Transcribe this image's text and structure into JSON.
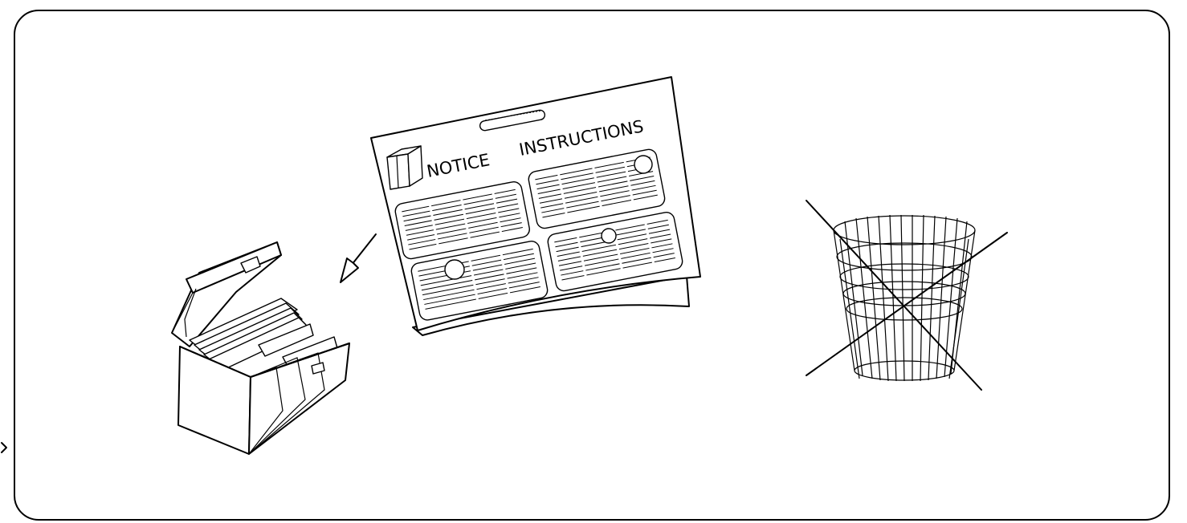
{
  "labels": {
    "notice": "NOTICE",
    "instructions": "INSTRUCTIONS"
  },
  "icons": {
    "cabinet": "file-box-icon",
    "sheet": "notice-instructions-sheet",
    "arrow": "arrow-to-file-box",
    "basket": "wastebasket-crossed-icon"
  },
  "colors": {
    "ink": "#000000",
    "background": "#ffffff"
  }
}
